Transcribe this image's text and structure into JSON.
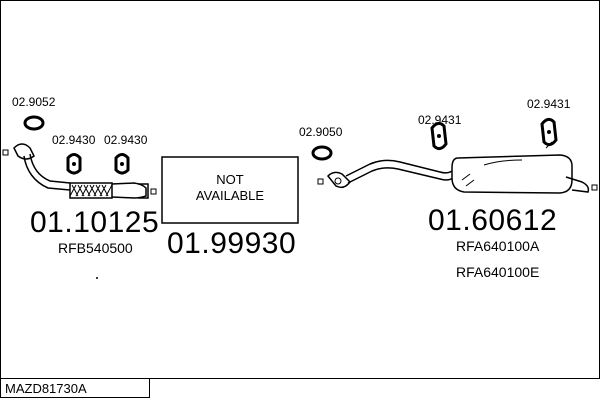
{
  "parts": {
    "gasket_left_label": "02.9052",
    "hanger_a_label": "02.9430",
    "hanger_b_label": "02.9430",
    "gasket_mid_label": "02.9050",
    "hanger_c_label": "02.9431",
    "hanger_d_label": "02.9431"
  },
  "front_pipe": {
    "code": "01.10125",
    "ref": "RFB540500"
  },
  "middle_section": {
    "code": "01.99930",
    "line1": "NOT",
    "line2": "AVAILABLE"
  },
  "rear_silencer": {
    "code": "01.60612",
    "ref1": "RFA640100A",
    "ref2": "RFA640100E"
  },
  "footer": {
    "model": "MAZD81730A"
  },
  "colors": {
    "line": "#000000",
    "background": "#ffffff"
  },
  "icons": [
    "gasket-icon",
    "rubber-hanger-icon",
    "front-pipe-icon",
    "flex-joint-icon",
    "rear-silencer-icon"
  ]
}
